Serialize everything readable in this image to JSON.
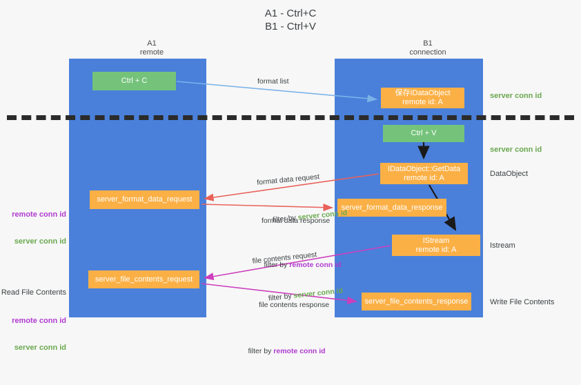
{
  "title": "A1 - Ctrl+C\nB1 - Ctrl+V",
  "columns": {
    "left": {
      "name": "A1",
      "role": "remote",
      "header": "A1\nremote"
    },
    "right": {
      "name": "B1",
      "role": "connection",
      "header": "B1\nconnection"
    }
  },
  "colors": {
    "lane": "#4a80da",
    "box_green": "#75c37b",
    "box_orange": "#fbb046",
    "server_conn_id": "#6aa84f",
    "remote_conn_id": "#b03bd0",
    "arrow_format_list": "#7cb3e8",
    "arrow_format_data": "#e8625a",
    "arrow_file_contents": "#cc3fbd",
    "arrow_internal": "#1a1a1a",
    "divider": "#2b2b2b",
    "text": "#3c4043",
    "background": "#f7f7f7"
  },
  "boxes": {
    "ctrl_c": {
      "label": "Ctrl + C",
      "color": "green"
    },
    "save_dataobject": {
      "label": "保存IDataObject\nremote id: A",
      "color": "orange"
    },
    "ctrl_v": {
      "label": "Ctrl + V",
      "color": "green"
    },
    "getdata": {
      "label": "IDataObject::GetData\nremote id: A",
      "color": "orange"
    },
    "istream": {
      "label": "IStream\nremote id: A",
      "color": "orange"
    },
    "server_format_data_request": {
      "label": "server_format_data_request",
      "color": "orange"
    },
    "server_format_data_response": {
      "label": "server_format_data_response",
      "color": "orange"
    },
    "server_file_contents_request": {
      "label": "server_file_contents_request",
      "color": "orange"
    },
    "server_file_contents_response": {
      "label": "server_file_contents_response",
      "color": "orange"
    }
  },
  "edge_labels": {
    "format_list": "format list",
    "format_data_request": "format data request",
    "format_data_request_filter_prefix": "filter by ",
    "format_data_request_filter_value": "server conn id",
    "format_data_response": "format data response",
    "format_data_response_filter_prefix": "filter by ",
    "format_data_response_filter_value": "remote conn id",
    "file_contents_request": "file contents request",
    "file_contents_request_filter_prefix": "filter by ",
    "file_contents_request_filter_value": "server conn id",
    "file_contents_response": "file contents response",
    "file_contents_response_filter_prefix": "filter by ",
    "file_contents_response_filter_value": "remote conn id"
  },
  "right_notes": {
    "server_conn_id_top": "server conn id",
    "server_conn_id_mid": "server conn id",
    "dataobject": "DataObject",
    "istream": "Istream",
    "write_file_contents": "Write File Contents"
  },
  "left_notes": {
    "pair_1": {
      "remote": "remote conn id",
      "server": "server conn id"
    },
    "read_file_contents": "Read File Contents",
    "pair_2": {
      "remote": "remote conn id",
      "server": "server conn id"
    }
  }
}
